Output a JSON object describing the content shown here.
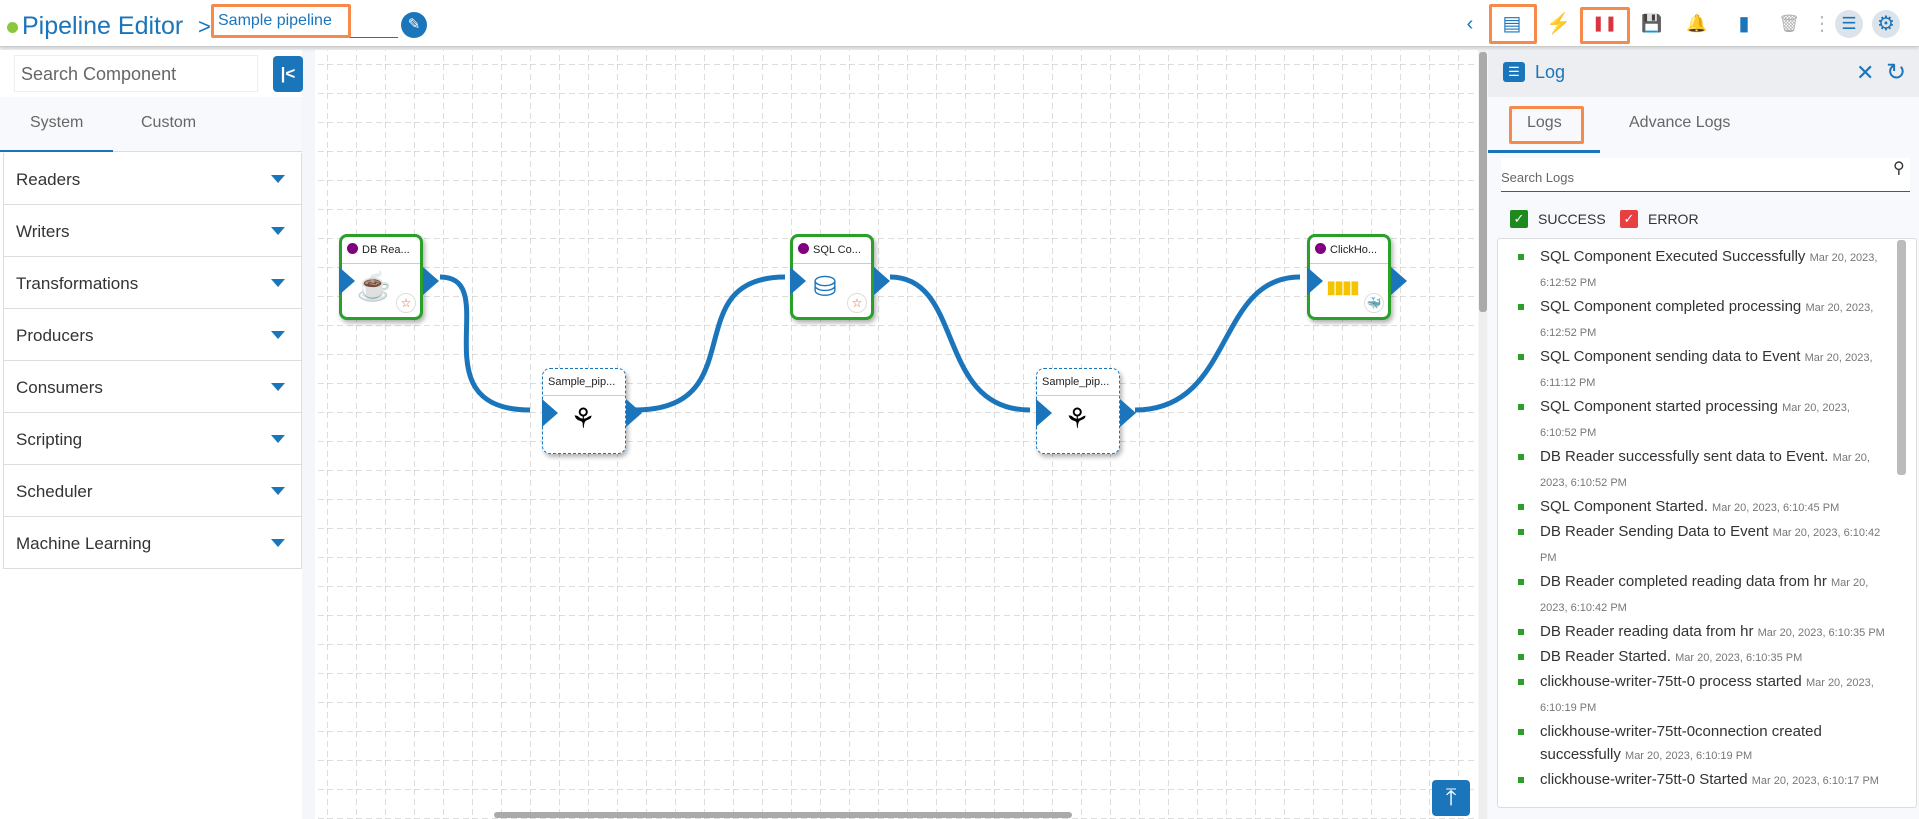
{
  "header": {
    "title": "Pipeline Editor",
    "separator": ">",
    "pipeline_name": "Sample pipeline",
    "edit_icon": "✎",
    "toolbar": {
      "back": "‹",
      "hide_comments": "▤",
      "run": "⚡",
      "pause": "❚❚",
      "save": "💾",
      "alerts": "🔔",
      "metrics": "▮",
      "delete": "🗑",
      "more": "⋮",
      "logs": "☰",
      "settings": "⚙"
    }
  },
  "sidebar": {
    "search_placeholder": "Search Component",
    "collapse": "|<",
    "tabs": [
      "System",
      "Custom"
    ],
    "categories": [
      "Readers",
      "Writers",
      "Transformations",
      "Producers",
      "Consumers",
      "Scripting",
      "Scheduler",
      "Machine Learning"
    ]
  },
  "canvas": {
    "nodes": [
      {
        "label": "DB Rea...",
        "type": "component"
      },
      {
        "label": "Sample_pip...",
        "type": "event"
      },
      {
        "label": "SQL Co...",
        "type": "component"
      },
      {
        "label": "Sample_pip...",
        "type": "event"
      },
      {
        "label": "ClickHo...",
        "type": "component"
      }
    ],
    "scroll_top": "⤒"
  },
  "log_panel": {
    "title": "Log",
    "close": "✕",
    "refresh": "↻",
    "tabs": [
      "Logs",
      "Advance Logs"
    ],
    "search_placeholder": "Search Logs",
    "filters": [
      {
        "label": "SUCCESS",
        "color": "#1e8a1e"
      },
      {
        "label": "ERROR",
        "color": "#e84040"
      }
    ],
    "entries": [
      {
        "msg": "SQL Component Executed Successfully",
        "ts": "Mar 20, 2023, 6:12:52 PM"
      },
      {
        "msg": "SQL Component completed processing",
        "ts": "Mar 20, 2023, 6:12:52 PM"
      },
      {
        "msg": "SQL Component sending data to Event",
        "ts": "Mar 20, 2023, 6:11:12 PM"
      },
      {
        "msg": "SQL Component started processing",
        "ts": "Mar 20, 2023, 6:10:52 PM"
      },
      {
        "msg": "DB Reader successfully sent data to Event.",
        "ts": "Mar 20, 2023, 6:10:52 PM"
      },
      {
        "msg": "SQL Component Started.",
        "ts": "Mar 20, 2023, 6:10:45 PM"
      },
      {
        "msg": "DB Reader Sending Data to Event",
        "ts": "Mar 20, 2023, 6:10:42 PM"
      },
      {
        "msg": "DB Reader completed reading data from hr",
        "ts": "Mar 20, 2023, 6:10:42 PM"
      },
      {
        "msg": "DB Reader reading data from hr",
        "ts": "Mar 20, 2023, 6:10:35 PM"
      },
      {
        "msg": "DB Reader Started.",
        "ts": "Mar 20, 2023, 6:10:35 PM"
      },
      {
        "msg": "clickhouse-writer-75tt-0 process started",
        "ts": "Mar 20, 2023, 6:10:19 PM"
      },
      {
        "msg": "clickhouse-writer-75tt-0connection created successfully ",
        "ts": "Mar 20, 2023, 6:10:19 PM"
      },
      {
        "msg": "clickhouse-writer-75tt-0 Started",
        "ts": "Mar 20, 2023, 6:10:17 PM"
      }
    ]
  }
}
